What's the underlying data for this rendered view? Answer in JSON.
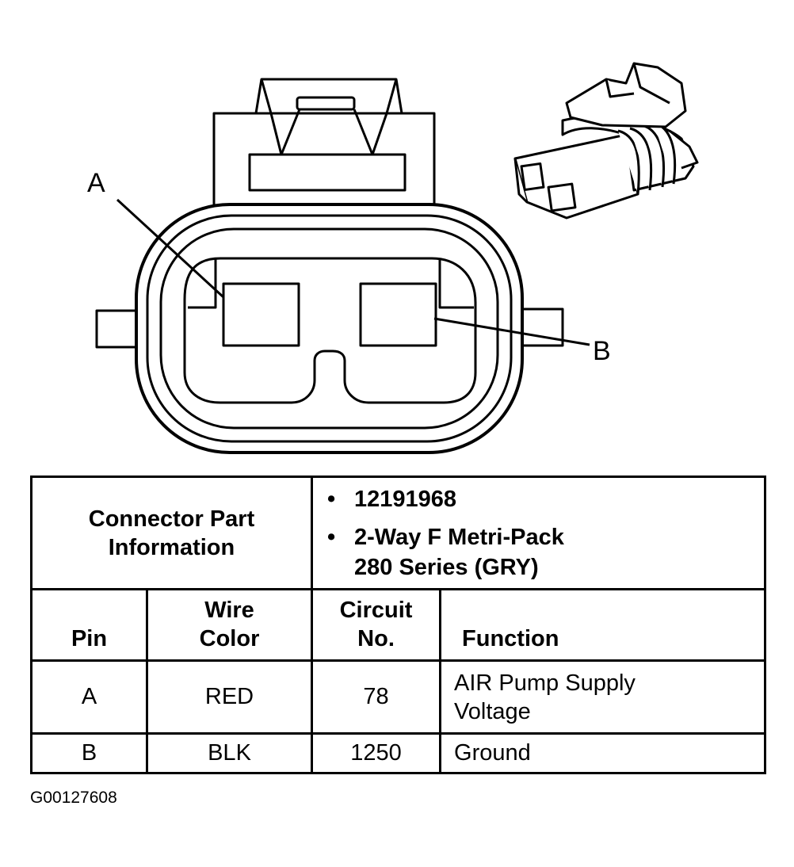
{
  "labels": {
    "pin_a": "A",
    "pin_b": "B"
  },
  "connector_info": {
    "title_line1": "Connector Part",
    "title_line2": "Information",
    "part_number": "12191968",
    "description_line1": "2-Way F Metri-Pack",
    "description_line2": "280 Series (GRY)"
  },
  "table": {
    "headers": {
      "pin": "Pin",
      "wire_line1": "Wire",
      "wire_line2": "Color",
      "circuit_line1": "Circuit",
      "circuit_line2": "No.",
      "function": "Function"
    },
    "rows": [
      {
        "pin": "A",
        "color": "RED",
        "circuit": "78",
        "function_line1": "AIR Pump Supply",
        "function_line2": "Voltage"
      },
      {
        "pin": "B",
        "color": "BLK",
        "circuit": "1250",
        "function_line1": "Ground",
        "function_line2": ""
      }
    ]
  },
  "figure_code": "G00127608"
}
